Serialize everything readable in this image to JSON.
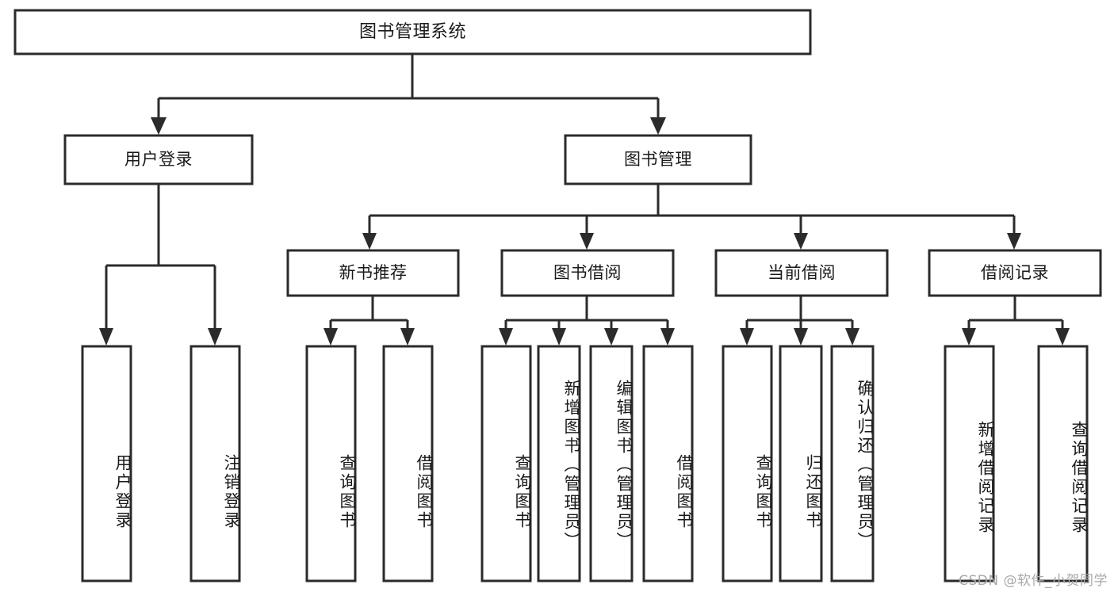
{
  "diagram": {
    "title": "图书管理系统",
    "type": "tree-hierarchy-diagram",
    "accent_color": "#2b2b2b",
    "box_fill": "#ffffff",
    "root": {
      "label": "图书管理系统"
    },
    "level2": [
      {
        "label": "用户登录"
      },
      {
        "label": "图书管理"
      }
    ],
    "level3": [
      {
        "label": "新书推荐"
      },
      {
        "label": "图书借阅"
      },
      {
        "label": "当前借阅"
      },
      {
        "label": "借阅记录"
      }
    ],
    "leaves": {
      "user_login": [
        {
          "label": "用户登录"
        },
        {
          "label": "注销登录"
        }
      ],
      "new_book_recommend": [
        {
          "label": "查询图书"
        },
        {
          "label": "借阅图书"
        }
      ],
      "book_borrow": [
        {
          "label": "查询图书"
        },
        {
          "label": "新增图书（管理员）"
        },
        {
          "label": "编辑图书（管理员）"
        },
        {
          "label": "借阅图书"
        }
      ],
      "current_borrow": [
        {
          "label": "查询图书"
        },
        {
          "label": "归还图书"
        },
        {
          "label": "确认归还（管理员）"
        }
      ],
      "borrow_record": [
        {
          "label": "新增借阅记录"
        },
        {
          "label": "查询借阅记录"
        }
      ]
    }
  },
  "watermark": {
    "text": "CSDN @软件_小贺同学"
  }
}
